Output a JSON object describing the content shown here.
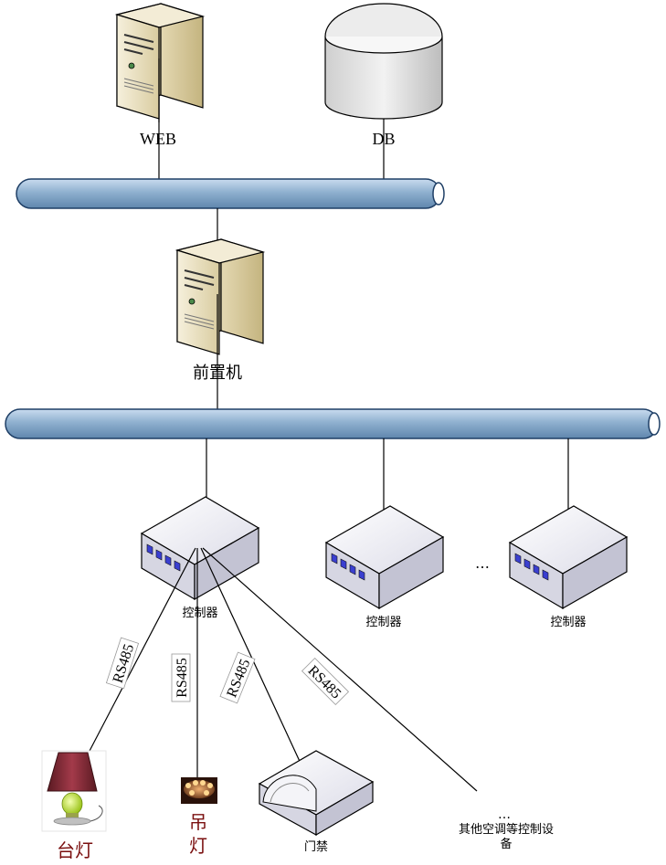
{
  "nodes": {
    "web": "WEB",
    "db": "DB",
    "front_end": "前置机",
    "controller_1": "控制器",
    "controller_2": "控制器",
    "controller_3": "控制器",
    "ellipsis_controllers": "…",
    "table_lamp": "台灯",
    "chandelier_line1": "吊",
    "chandelier_line2": "灯",
    "access_control": "门禁",
    "other_ellipsis": "…",
    "other_line1": "其他空调等控制设",
    "other_line2": "备"
  },
  "links": {
    "rs485_1": "RS485",
    "rs485_2": "RS485",
    "rs485_3": "RS485",
    "rs485_4": "RS485"
  },
  "colors": {
    "bus_fill": "#8fb0cf",
    "bus_stroke": "#1f3f66",
    "server_fill": "#ece3c6",
    "controller_port": "#3a3fd0",
    "label_red": "#7a0f0f"
  }
}
